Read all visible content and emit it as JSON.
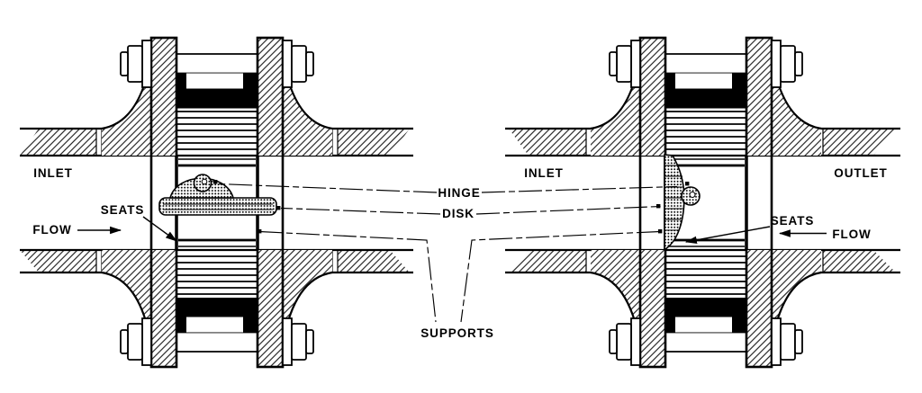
{
  "colors": {
    "ink": "#000000",
    "paper": "#ffffff"
  },
  "left_valve": {
    "inlet": "INLET",
    "seats": "SEATS",
    "flow": "FLOW"
  },
  "callouts": {
    "hinge": "HINGE",
    "disk": "DISK",
    "supports": "SUPPORTS"
  },
  "right_valve": {
    "inlet": "INLET",
    "outlet": "OUTLET",
    "seats": "SEATS",
    "flow": "FLOW"
  }
}
